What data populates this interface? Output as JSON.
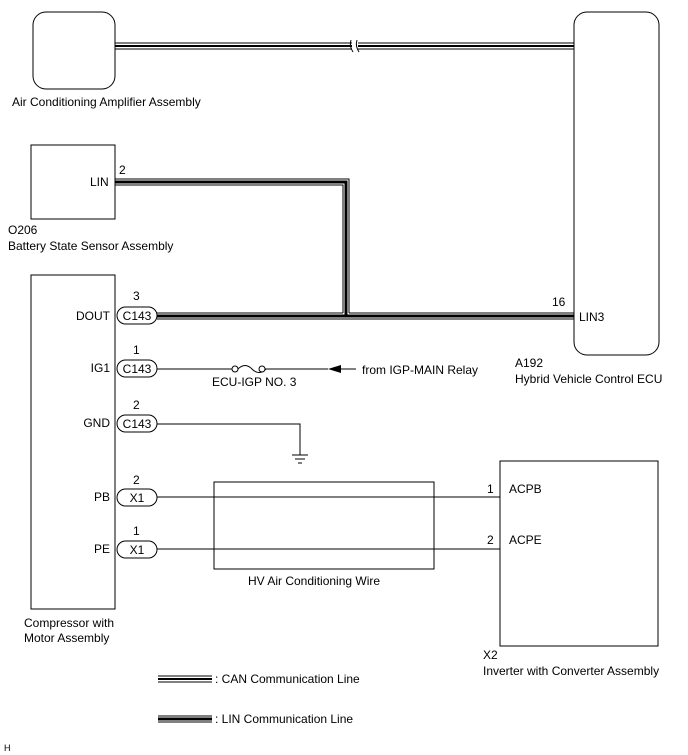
{
  "components": {
    "ac_amp": {
      "name": "Air Conditioning Amplifier Assembly"
    },
    "battery_sensor": {
      "code": "O206",
      "name": "Battery State Sensor Assembly",
      "pin_label": "LIN",
      "pin_number": "2"
    },
    "compressor": {
      "name_line1": "Compressor with",
      "name_line2": "Motor Assembly",
      "pins": [
        {
          "label": "DOUT",
          "number": "3",
          "connector": "C143"
        },
        {
          "label": "IG1",
          "number": "1",
          "connector": "C143"
        },
        {
          "label": "GND",
          "number": "2",
          "connector": "C143"
        },
        {
          "label": "PB",
          "number": "2",
          "connector": "X1"
        },
        {
          "label": "PE",
          "number": "1",
          "connector": "X1"
        }
      ]
    },
    "hv_ecu": {
      "code": "A192",
      "name": "Hybrid Vehicle Control ECU",
      "pin_label": "LIN3",
      "pin_number": "16"
    },
    "hv_wire": {
      "name": "HV Air Conditioning Wire"
    },
    "inverter": {
      "code": "X2",
      "name": "Inverter with Converter Assembly",
      "pins": [
        {
          "number": "1",
          "label": "ACPB"
        },
        {
          "number": "2",
          "label": "ACPE"
        }
      ]
    }
  },
  "fuse": {
    "name": "ECU-IGP NO. 3"
  },
  "supply": {
    "label": "from IGP-MAIN Relay"
  },
  "legend": {
    "can": ": CAN Communication Line",
    "lin": ": LIN Communication Line"
  },
  "corner_mark": "H",
  "colors": {
    "line": "#000000",
    "background": "#ffffff"
  }
}
